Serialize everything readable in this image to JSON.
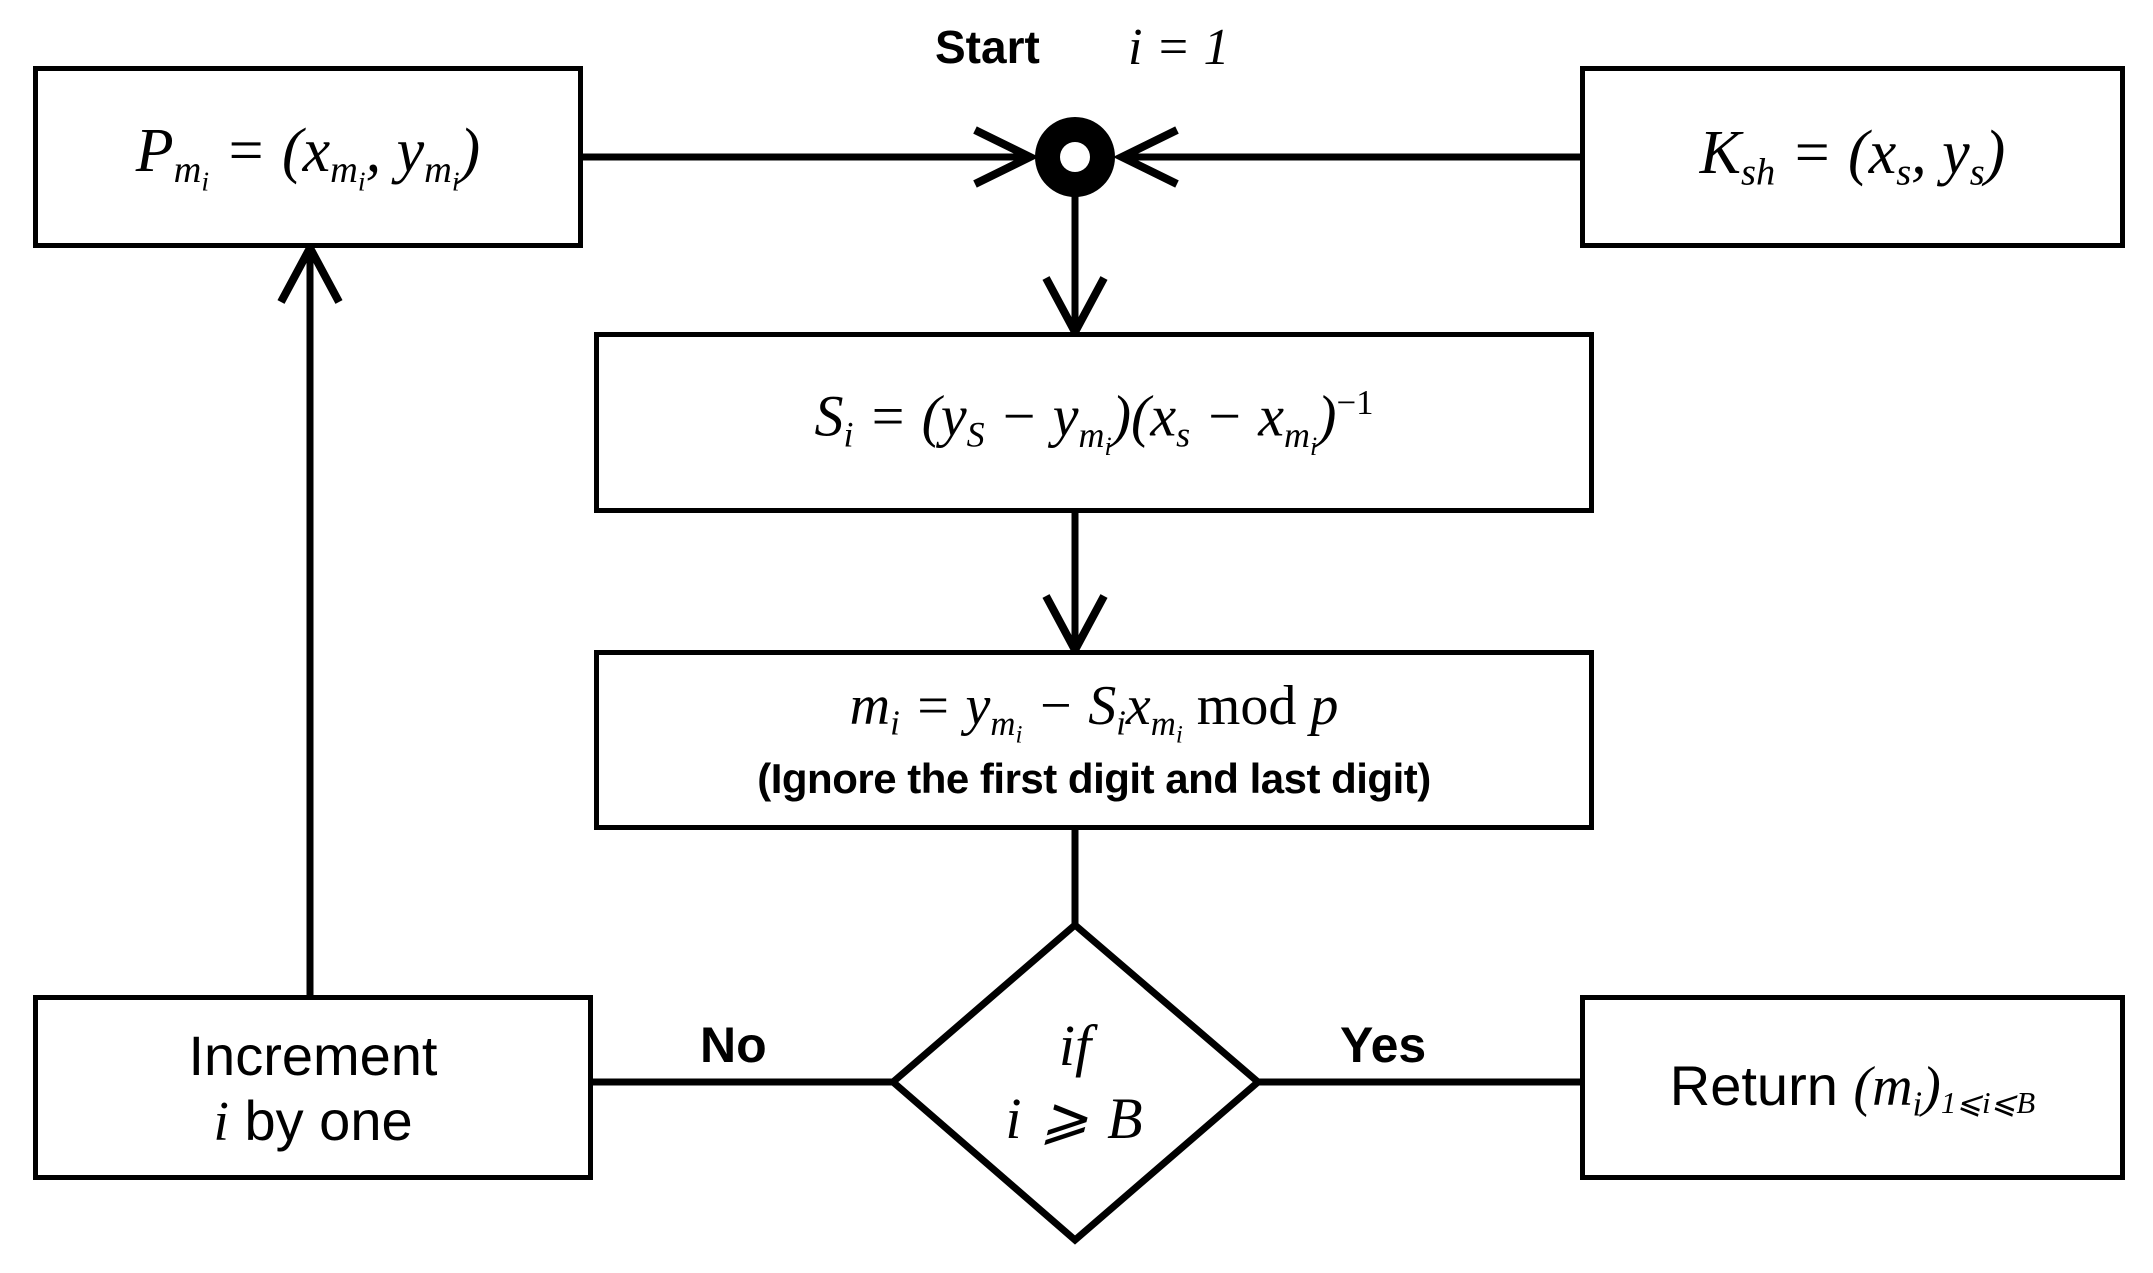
{
  "diagram": {
    "title": "ECDSA shared-key message recovery flowchart",
    "stroke_color": "#000000",
    "background_color": "#ffffff",
    "start": {
      "label": "Start",
      "init": "i = 1",
      "node_type": "start-circle"
    },
    "nodes": {
      "point_pm": {
        "id": "P_mi",
        "text": "P<sub>m<sub>i</sub></sub> = (x<sub>m<sub>i</sub></sub>, y<sub>m<sub>i</sub></sub>)",
        "plain": "P_mi = (x_mi, y_mi)",
        "shape": "rectangle"
      },
      "shared_key": {
        "id": "K_sh",
        "text": "K<sub>sh</sub> = (x<sub>s</sub>, y<sub>s</sub>)",
        "plain": "K_sh = (x_s, y_s)",
        "shape": "rectangle"
      },
      "slope": {
        "id": "S_i",
        "text": "S<sub>i</sub> = (y<sub>S</sub> − y<sub>m<sub>i</sub></sub>)(x<sub>s</sub> − x<sub>m<sub>i</sub></sub>)<sup>−1</sup>",
        "plain": "S_i = (y_S - y_mi)(x_s - x_mi)^-1",
        "shape": "rectangle"
      },
      "message": {
        "id": "m_i",
        "text": "m<sub>i</sub> = y<sub>m<sub>i</sub></sub> − S<sub>i</sub>x<sub>m<sub>i</sub></sub> <span class=\"mathup\">mod</span> p",
        "plain": "m_i = y_mi - S_i x_mi mod p",
        "note": "(Ignore the first digit and last digit)",
        "shape": "rectangle"
      },
      "decision": {
        "line1": "if",
        "line2": "i ⩾ B",
        "plain": "if i >= B",
        "shape": "diamond"
      },
      "increment": {
        "line1": "Increment",
        "line2_math": "i",
        "line2_rest": " by one",
        "plain": "Increment i by one",
        "shape": "rectangle"
      },
      "return": {
        "prefix": "Return ",
        "text": "(m<sub>i</sub>)<span class=\"sub-range\">1⩽i⩽B</span>",
        "plain": "Return (m_i)_{1<=i<=B}",
        "shape": "rectangle"
      }
    },
    "edges": [
      {
        "name": "pm-to-start",
        "from": "point_pm",
        "to": "start",
        "label": "",
        "arrow": true
      },
      {
        "name": "ksh-to-start",
        "from": "shared_key",
        "to": "start",
        "label": "",
        "arrow": true
      },
      {
        "name": "start-to-slope",
        "from": "start",
        "to": "slope",
        "label": "",
        "arrow": true
      },
      {
        "name": "slope-to-message",
        "from": "slope",
        "to": "message",
        "label": "",
        "arrow": true
      },
      {
        "name": "message-to-decision",
        "from": "message",
        "to": "decision",
        "label": "",
        "arrow": false
      },
      {
        "name": "decision-to-increment",
        "from": "decision",
        "to": "increment",
        "label": "No",
        "arrow": false
      },
      {
        "name": "decision-to-return",
        "from": "decision",
        "to": "return",
        "label": "Yes",
        "arrow": false
      },
      {
        "name": "increment-to-pm",
        "from": "increment",
        "to": "point_pm",
        "label": "",
        "arrow": true
      }
    ],
    "branch_labels": {
      "no": "No",
      "yes": "Yes"
    }
  }
}
